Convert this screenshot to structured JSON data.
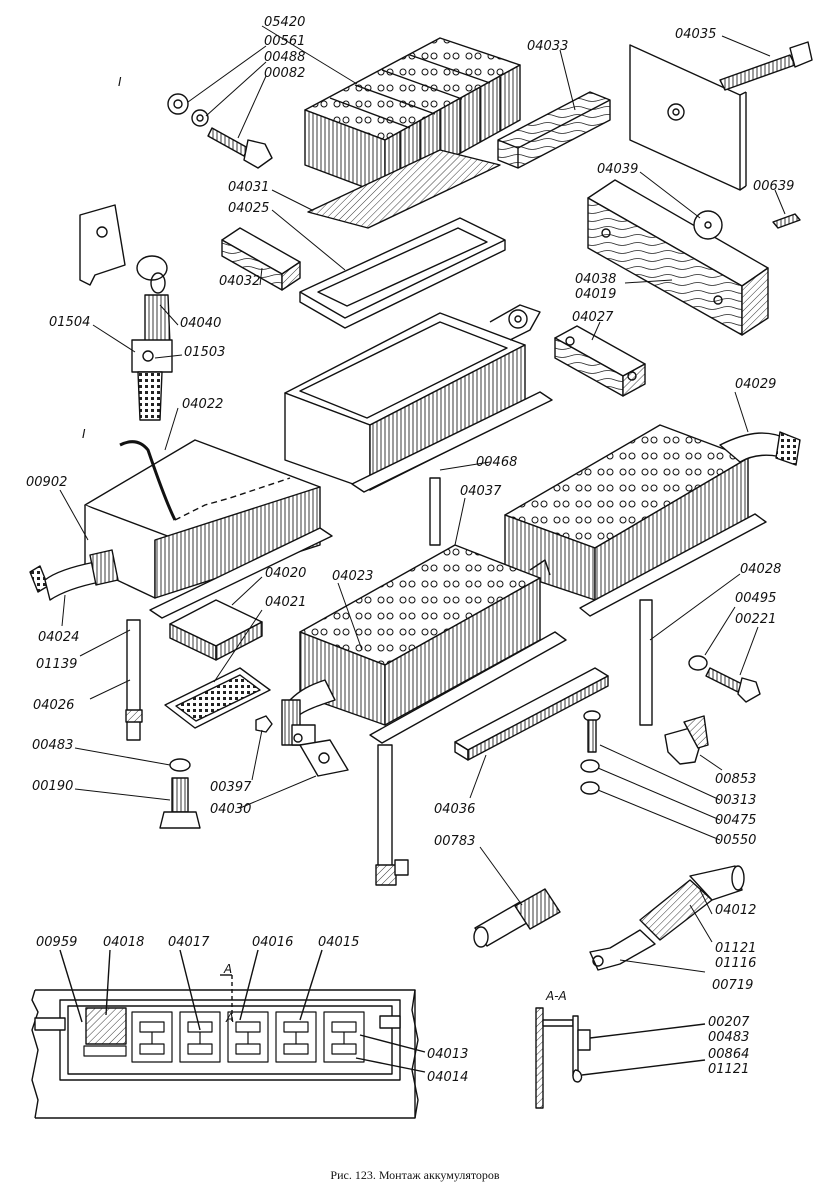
{
  "figure": {
    "caption": "Рис. 123. Монтаж аккумуляторов",
    "section_marks": {
      "view_I_top": "I",
      "view_I_left": "I",
      "cut_A": "A",
      "cut_A_inner": "A",
      "section_AA": "A-A"
    },
    "part_labels": {
      "p05420": "05420",
      "p00561": "00561",
      "p00488": "00488",
      "p00082": "00082",
      "p04033": "04033",
      "p04035": "04035",
      "p04039": "04039",
      "p00639": "00639",
      "p04031": "04031",
      "p04025": "04025",
      "p04032": "04032",
      "p04038": "04038",
      "p04019": "04019",
      "p04027": "04027",
      "p01504": "01504",
      "p04040": "04040",
      "p01503": "01503",
      "p04022": "04022",
      "p04029": "04029",
      "p00468": "00468",
      "p04037": "04037",
      "p00902": "00902",
      "p04023": "04023",
      "p04020": "04020",
      "p04021": "04021",
      "p04028": "04028",
      "p00495": "00495",
      "p00221": "00221",
      "p04024": "04024",
      "p01139": "01139",
      "p04026": "04026",
      "p00483": "00483",
      "p00190": "00190",
      "p00397": "00397",
      "p04030": "04030",
      "p04036": "04036",
      "p00853": "00853",
      "p00313": "00313",
      "p00475": "00475",
      "p00550": "00550",
      "p00783": "00783",
      "p04012": "04012",
      "p01121": "01121",
      "p01116": "01116",
      "p00719": "00719",
      "p00959": "00959",
      "p04018": "04018",
      "p04017": "04017",
      "p04016": "04016",
      "p04015": "04015",
      "p04013": "04013",
      "p04014": "04014",
      "p00207": "00207",
      "p00483b": "00483",
      "p00864": "00864",
      "p01121b": "01121"
    }
  }
}
